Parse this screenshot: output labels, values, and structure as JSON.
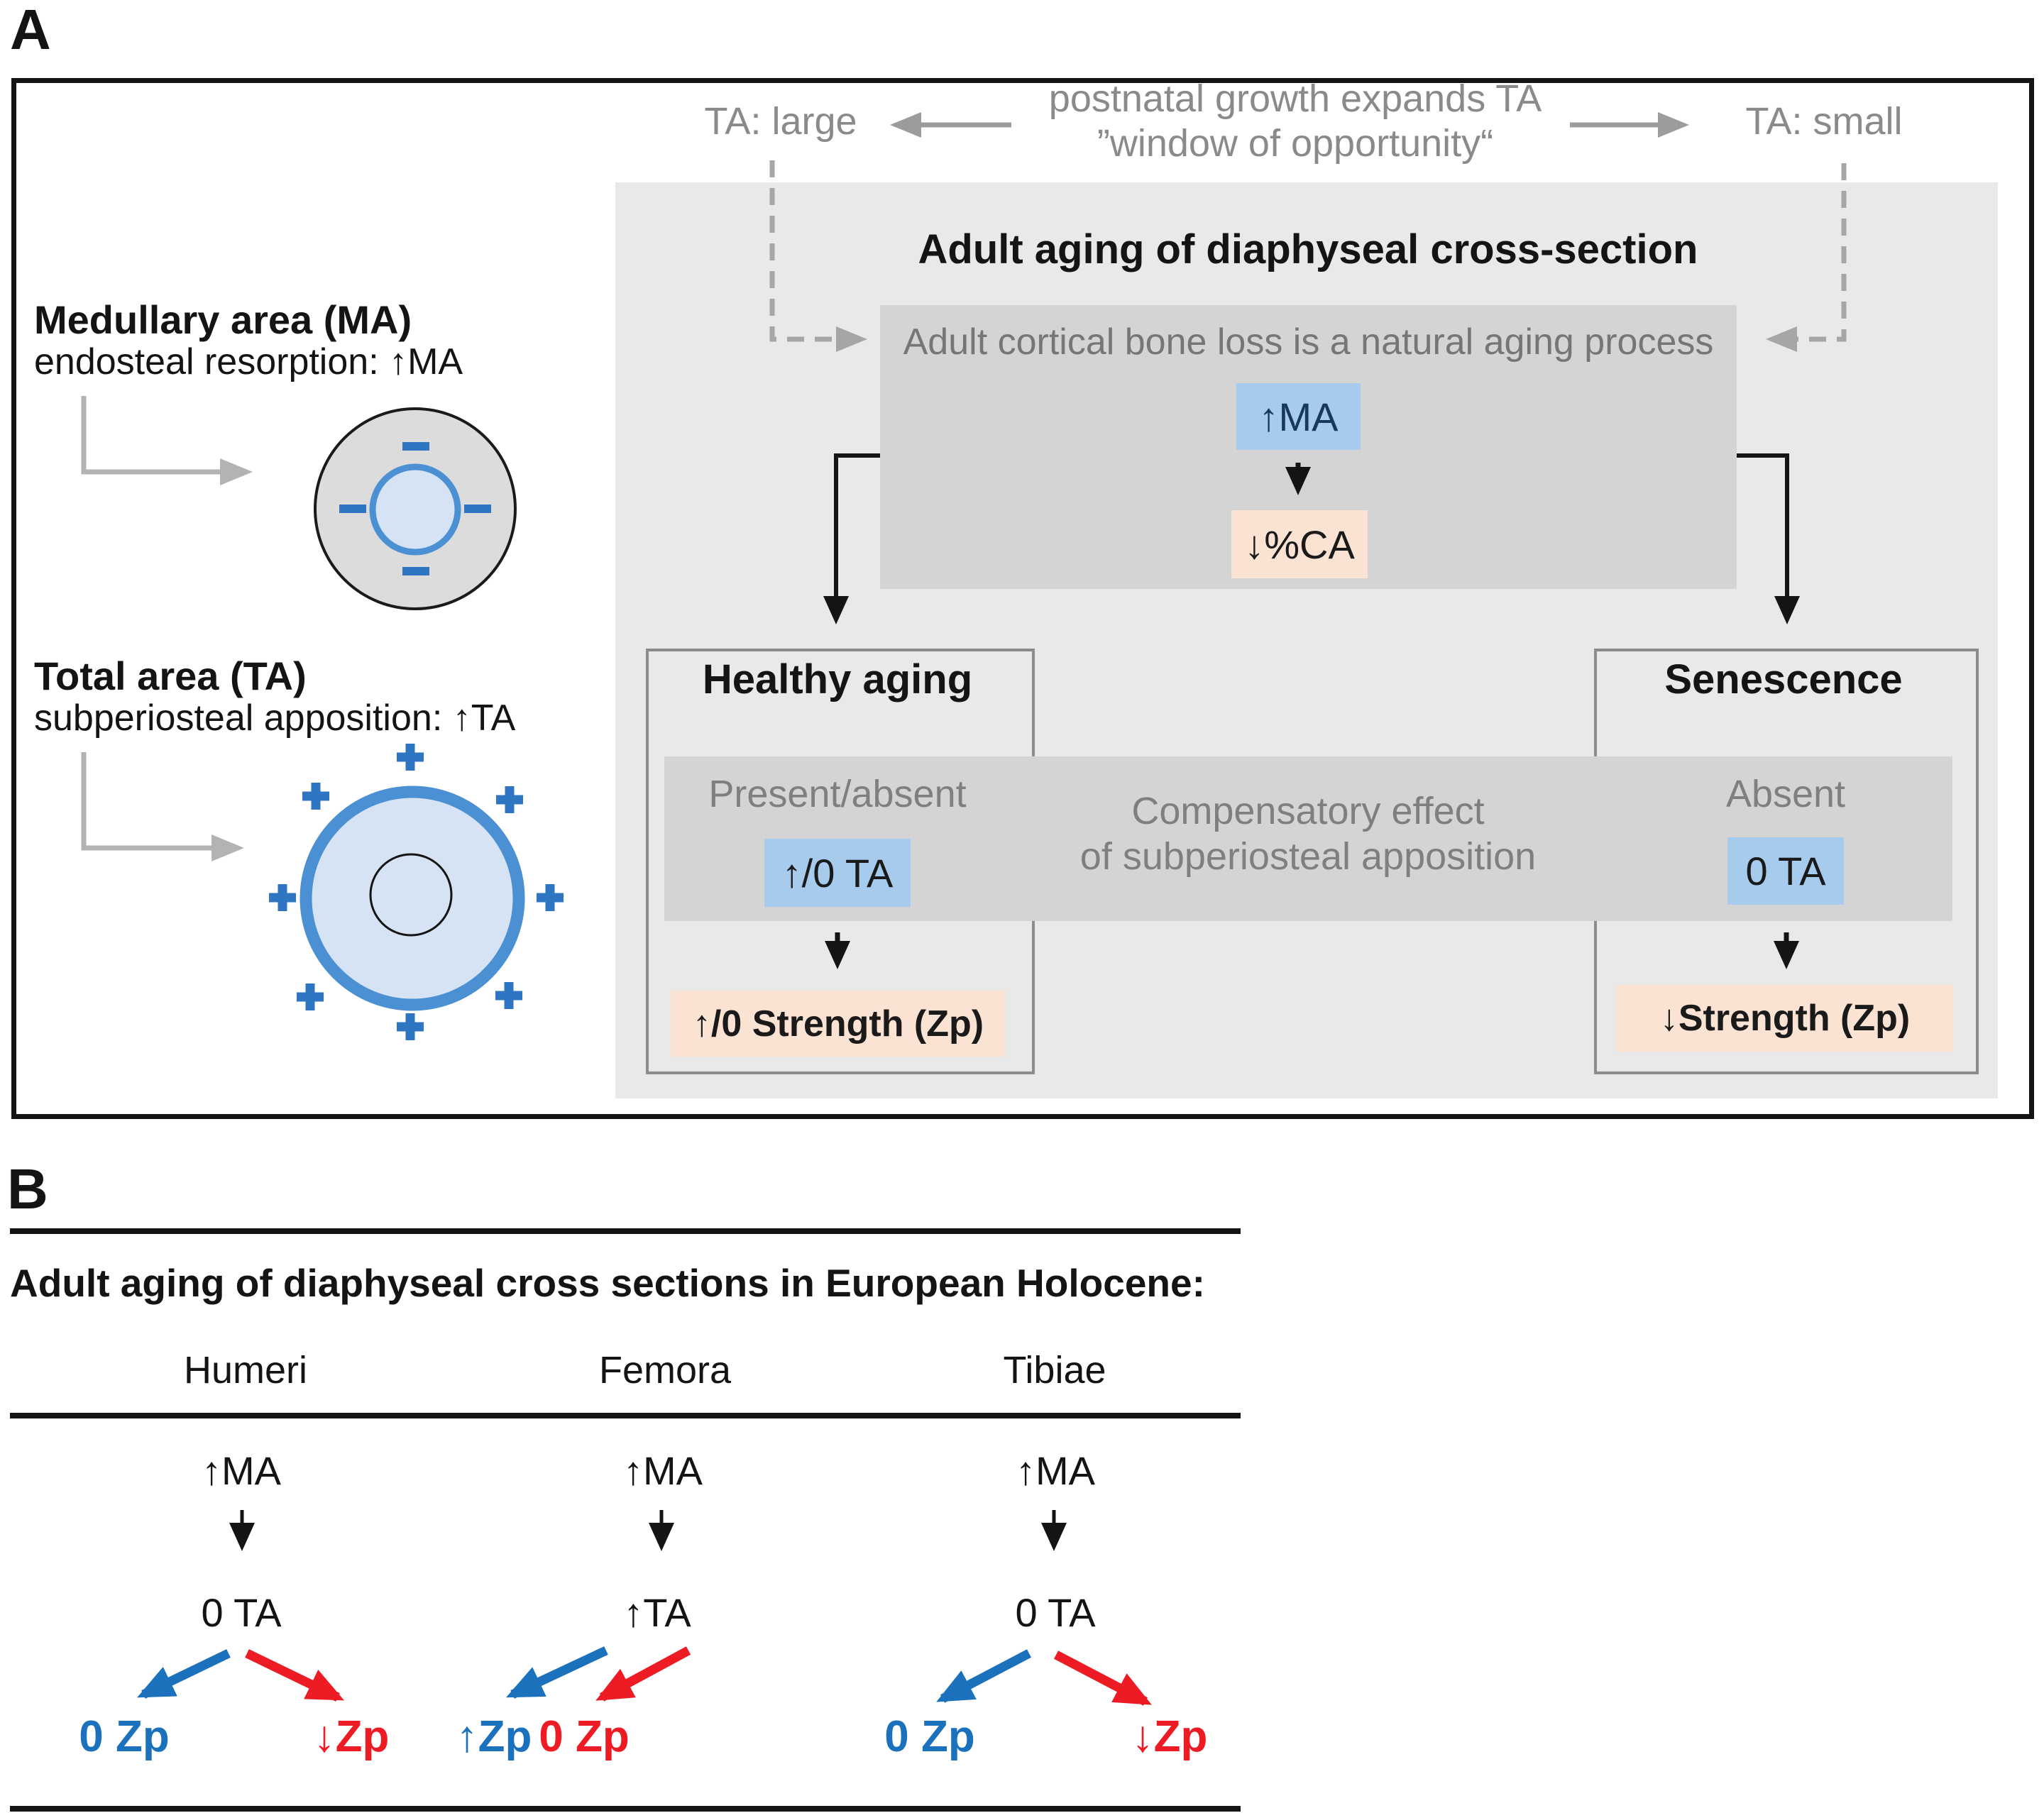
{
  "panel_a": {
    "label": "A",
    "growth": {
      "line1": "postnatal growth expands TA",
      "line2": "”window of opportunity“",
      "ta_large": "TA: large",
      "ta_small": "TA: small"
    },
    "title": "Adult aging of diaphyseal cross-section",
    "aging_box": {
      "text": "Adult cortical bone loss is a natural aging process",
      "ma": "↑MA",
      "ca": "↓%CA"
    },
    "band": {
      "line1": "Compensatory effect",
      "line2": "of subperiosteal apposition"
    },
    "healthy": {
      "title": "Healthy aging",
      "band_label": "Present/absent",
      "ta": "↑/0 TA",
      "strength": "↑/0 Strength (Zp)"
    },
    "senescence": {
      "title": "Senescence",
      "band_label": "Absent",
      "ta": "0 TA",
      "strength": "↓Strength (Zp)"
    },
    "medullary": {
      "title": "Medullary area (MA)",
      "subtitle": "endosteal resorption: ↑MA"
    },
    "total": {
      "title": "Total area (TA)",
      "subtitle": "subperiosteal apposition: ↑TA"
    }
  },
  "panel_b": {
    "label": "B",
    "title": "Adult aging of diaphyseal cross sections in European Holocene:",
    "columns": [
      {
        "name": "Humeri",
        "ma": "↑MA",
        "ta": "0 TA",
        "outcome_blue": "0 Zp",
        "outcome_red": "↓Zp"
      },
      {
        "name": "Femora",
        "ma": "↑MA",
        "ta": "↑TA",
        "outcome_blue": "↑Zp",
        "outcome_red": "0 Zp"
      },
      {
        "name": "Tibiae",
        "ma": "↑MA",
        "ta": "0 TA",
        "outcome_blue": "0 Zp",
        "outcome_red": "↓Zp"
      }
    ]
  },
  "colors": {
    "accent_blue": "#1b71bc",
    "accent_red": "#ed1c24",
    "box_blue": "#a6cbed",
    "box_peach": "#fbe3d4",
    "navy_text": "#17375d",
    "light_gray_bg": "#e9e9e9",
    "mid_gray_box": "#d4d4d4",
    "circle_ring_blue": "#4a90d2",
    "circle_fill_blue": "#d5e3f5",
    "plus_minus_blue": "#2e76c1",
    "gray_text": "#8a8a8a"
  }
}
